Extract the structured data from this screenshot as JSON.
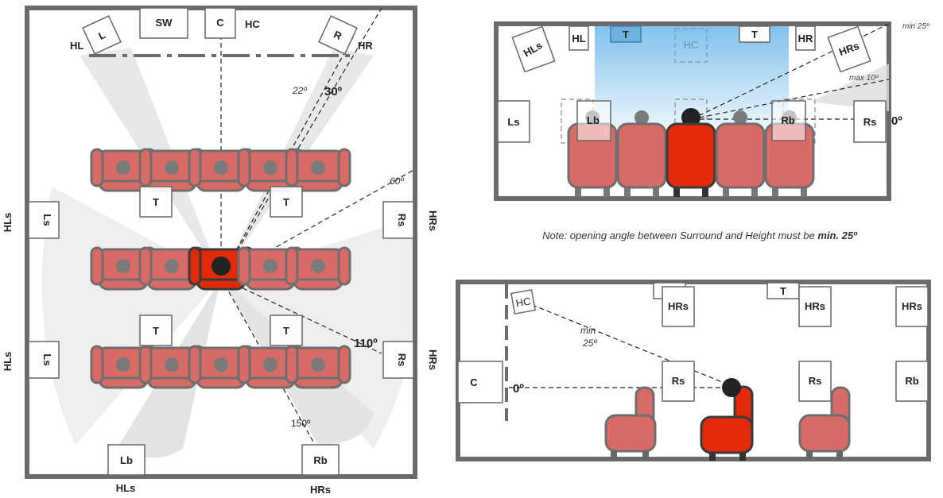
{
  "top_view": {
    "speakers": {
      "L": "L",
      "R": "R",
      "SW": "SW",
      "C": "C",
      "HC": "HC",
      "HL": "HL",
      "HR": "HR",
      "Ls": "Ls",
      "Rs": "Rs",
      "T": "T",
      "Lb": "Lb",
      "Rb": "Rb",
      "HLs": "HLs",
      "HRs": "HRs"
    },
    "angles": {
      "a22": "22º",
      "a30": "30º",
      "a60": "60º",
      "a110": "110º",
      "a150": "150º"
    }
  },
  "front_view": {
    "speakers": {
      "HLs": "HLs",
      "HL": "HL",
      "T": "T",
      "HC": "HC",
      "HR": "HR",
      "HRs": "HRs",
      "Ls": "Ls",
      "Lb": "Lb",
      "Rb": "Rb",
      "Rs": "Rs"
    },
    "angles": {
      "min25": "min 25º",
      "max10": "max 10º",
      "zero": "0º"
    }
  },
  "note": {
    "prefix": "Note: opening angle between Surround and Height must be ",
    "emphasis": "min. 25º"
  },
  "side_view": {
    "speakers": {
      "HC": "HC",
      "T": "T",
      "HRs": "HRs",
      "C": "C",
      "Rs": "Rs",
      "Rb": "Rb"
    },
    "angles": {
      "min": "min",
      "deg25": "25º",
      "zero": "0º"
    }
  },
  "colors": {
    "wall": "#6b6b6b",
    "seat": "#d96b66",
    "main_seat": "#e02a0a",
    "screen_top": "#8ec8ee",
    "screen_bottom": "#e6f3fb"
  }
}
